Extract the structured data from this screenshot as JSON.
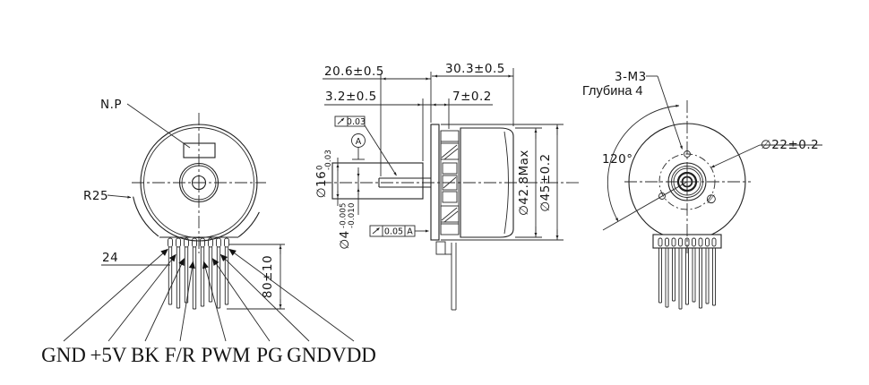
{
  "front_view": {
    "np_label": "N.P",
    "radius_label": "R25",
    "pin_row_width_label": "24",
    "wire_length_label": "80±10",
    "pin_labels": [
      "GND",
      "+5V",
      "BK",
      "F/R",
      "PWM",
      "PG",
      "GND",
      "VDD"
    ]
  },
  "side_view": {
    "dim_hole_depth": "20.6±0.5",
    "dim_hub_gap": "3.2±0.5",
    "dim_body_length": "30.3±0.5",
    "dim_front_section": "7±0.2",
    "hub_dia": "∅16",
    "hub_tol_upper": "0",
    "hub_tol_lower": "-0.03",
    "shaft_dia": "∅4",
    "shaft_tol_upper": "-0.005",
    "shaft_tol_lower": "-0.010",
    "body_dia": "∅42.8Max",
    "flange_dia": "∅45±0.2",
    "datum_label": "A",
    "runout_1_value": "0.03",
    "runout_2_value": "0.05",
    "runout_2_datum": "A"
  },
  "rear_view": {
    "thread_label": "3-M3",
    "depth_label": "Глубина 4",
    "angle_label": "120°",
    "bolt_circle_dia": "∅22±0.2",
    "hole_symbol": "∅"
  }
}
